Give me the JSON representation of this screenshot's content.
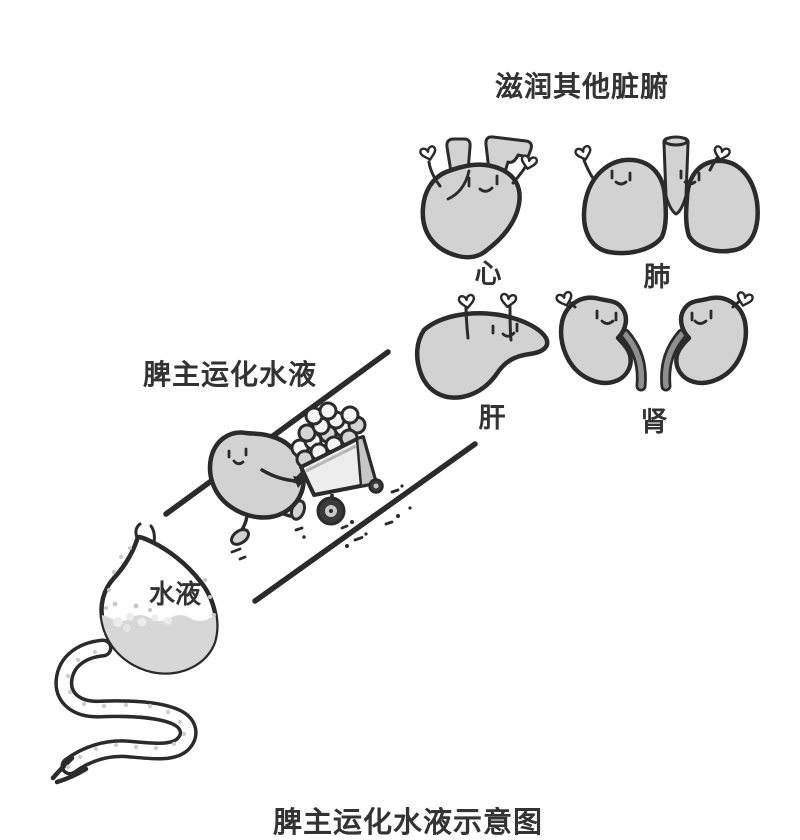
{
  "diagram": {
    "title": "滋润其他脏腑",
    "process_label": "脾主运化水液",
    "stomach_content_label": "水液",
    "caption": "脾主运化水液示意图",
    "organ_labels": {
      "heart": "心",
      "lung": "肺",
      "liver": "肝",
      "kidney": "肾"
    },
    "colors": {
      "background": "#ffffff",
      "organ_fill": "#d2d2d2",
      "outline": "#2b2b2b",
      "ureter": "#8f8f8f",
      "stomach_liquid": "#d7d7d7",
      "cart_fill": "#ededed",
      "text": "#333333"
    }
  }
}
